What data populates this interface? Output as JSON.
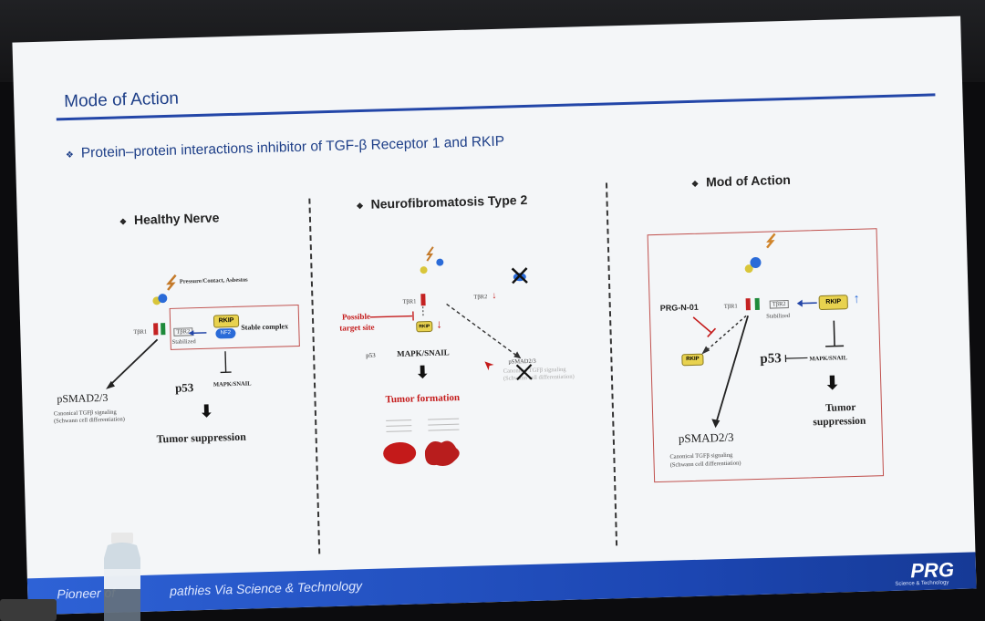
{
  "slide": {
    "title": "Mode of Action",
    "subtitle": "Protein–protein interactions inhibitor of TGF-β Receptor 1 and RKIP",
    "bullet_symbol": "❖"
  },
  "panel1": {
    "heading": "Healthy Nerve",
    "stimulus": "Pressure/Contact, Asbestos",
    "tbr1": "TβR1",
    "tbr2": "TβR2",
    "stabilized": "Stabilized",
    "rkip": "RKIP",
    "nf2": "NF2",
    "stable_complex": "Stable complex",
    "psmad": "pSMAD2/3",
    "p53": "p53",
    "mapk": "MAPK/SNAIL",
    "canonical": "Canonical TGFβ signaling",
    "schwann": "(Schwann cell differentiation)",
    "suppression": "Tumor suppression"
  },
  "panel2": {
    "heading": "Neurofibromatosis Type 2",
    "possible": "Possible",
    "target_site": "target site",
    "tbr1": "TβR1",
    "tbr2": "TβR2",
    "rkip": "RKIP",
    "p53": "p53",
    "mapk": "MAPK/SNAIL",
    "psmad": "pSMAD2/3",
    "canonical": "Canonical TGFβ signaling",
    "schwann": "(Schwann cell differentiation)",
    "tumor_formation": "Tumor formation"
  },
  "panel3": {
    "heading": "Mod of Action",
    "prg": "PRG-N-01",
    "tbr1": "TβR1",
    "tbr2": "TβR2",
    "stabilized": "Stabilized",
    "rkip": "RKIP",
    "rkip_small": "RKIP",
    "p53": "p53",
    "mapk": "MAPK/SNAIL",
    "psmad": "pSMAD2/3",
    "canonical": "Canonical TGFβ signaling",
    "schwann": "(Schwann cell differentiation)",
    "suppression1": "Tumor",
    "suppression2": "suppression"
  },
  "footer": {
    "text_left": "Pioneer of",
    "text_right": "pathies Via Science & Technology",
    "logo": "PRG",
    "logo_sub": "Science & Technology"
  },
  "colors": {
    "title_blue": "#1e3f88",
    "footer_blue": "#1c46b2",
    "inhibitor_red": "#c41a1a",
    "receptor_green": "#1e8a3a",
    "receptor_red": "#c42222"
  }
}
